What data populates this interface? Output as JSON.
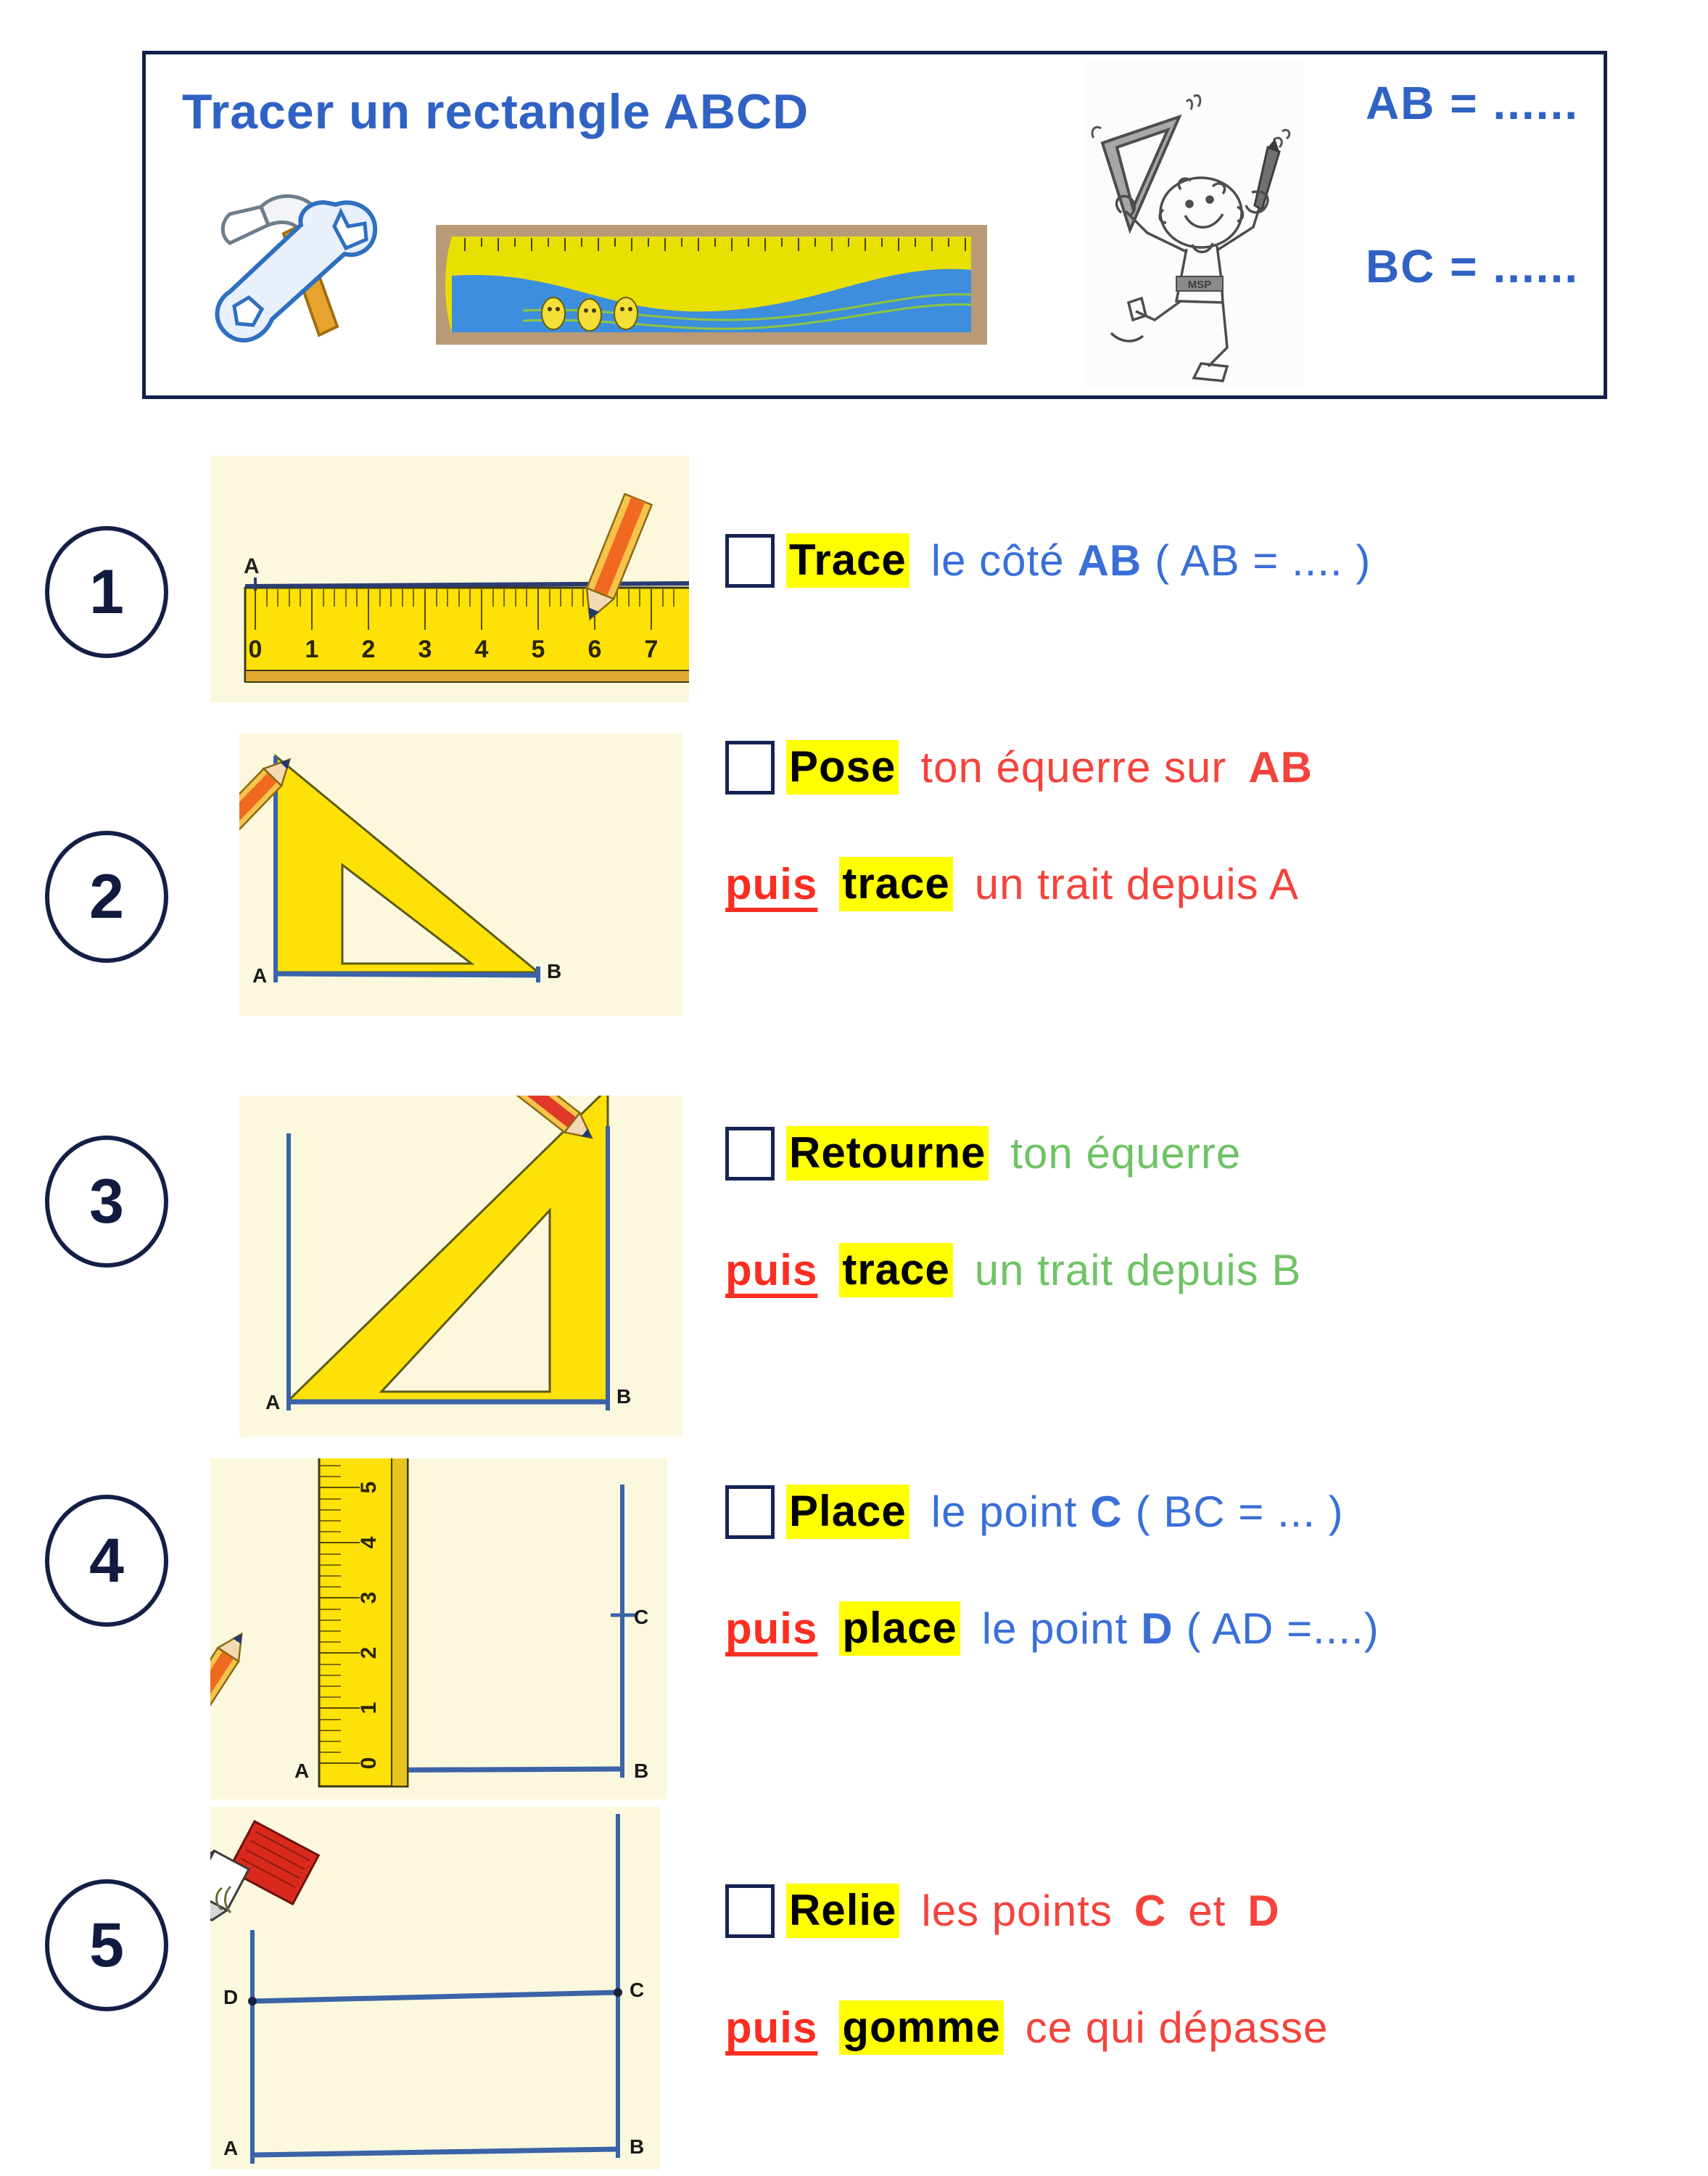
{
  "header": {
    "title": "Tracer un rectangle ABCD",
    "ab_label": "AB = ......",
    "bc_label": "BC = ......",
    "icons": {
      "tools": "hammer-and-wrench-icon",
      "ruler_photo": "ruler-photo",
      "character": "cartoon-boy-with-set-square-icon"
    }
  },
  "steps": [
    {
      "number": "1",
      "image": {
        "name": "ruler-drawing-segment-ab-image",
        "ruler_ticks": [
          "0",
          "1",
          "2",
          "3",
          "4",
          "5",
          "6",
          "7"
        ],
        "point_labels": [
          "A"
        ]
      },
      "lines": [
        {
          "has_checkbox": true,
          "parts": [
            {
              "text": "Trace",
              "style": "highlight"
            },
            {
              "text": "le  côté",
              "style": "blue"
            },
            {
              "text": "AB",
              "style": "blue-bold"
            },
            {
              "text": "( AB = .... )",
              "style": "blue"
            }
          ]
        }
      ]
    },
    {
      "number": "2",
      "image": {
        "name": "set-square-on-ab-image",
        "point_labels": [
          "A",
          "B"
        ]
      },
      "lines": [
        {
          "has_checkbox": true,
          "parts": [
            {
              "text": "Pose",
              "style": "highlight"
            },
            {
              "text": "ton  équerre  sur",
              "style": "red"
            },
            {
              "text": "AB",
              "style": "red-bold"
            }
          ]
        },
        {
          "has_checkbox": false,
          "parts": [
            {
              "text": "puis",
              "style": "puis"
            },
            {
              "text": "trace",
              "style": "highlight"
            },
            {
              "text": "un  trait  depuis  A",
              "style": "red"
            }
          ]
        }
      ]
    },
    {
      "number": "3",
      "image": {
        "name": "flipped-set-square-image",
        "point_labels": [
          "A",
          "B"
        ]
      },
      "lines": [
        {
          "has_checkbox": true,
          "parts": [
            {
              "text": "Retourne",
              "style": "highlight"
            },
            {
              "text": "ton  équerre",
              "style": "green"
            }
          ]
        },
        {
          "has_checkbox": false,
          "parts": [
            {
              "text": "puis",
              "style": "puis"
            },
            {
              "text": "trace",
              "style": "highlight"
            },
            {
              "text": "un  trait  depuis  B",
              "style": "green"
            }
          ]
        }
      ]
    },
    {
      "number": "4",
      "image": {
        "name": "vertical-ruler-placing-point-c-image",
        "ruler_ticks": [
          "0",
          "1",
          "2",
          "3",
          "4",
          "5"
        ],
        "point_labels": [
          "A",
          "B",
          "C"
        ]
      },
      "lines": [
        {
          "has_checkbox": true,
          "parts": [
            {
              "text": "Place",
              "style": "highlight"
            },
            {
              "text": "le   point",
              "style": "blue"
            },
            {
              "text": "C",
              "style": "blue-bold"
            },
            {
              "text": "( BC = ... )",
              "style": "blue"
            }
          ]
        },
        {
          "has_checkbox": false,
          "parts": [
            {
              "text": "puis",
              "style": "puis"
            },
            {
              "text": "place",
              "style": "highlight"
            },
            {
              "text": "le   point",
              "style": "blue"
            },
            {
              "text": "D",
              "style": "blue-bold"
            },
            {
              "text": "( AD =....)",
              "style": "blue"
            }
          ]
        }
      ]
    },
    {
      "number": "5",
      "image": {
        "name": "eraser-finishing-rectangle-image",
        "point_labels": [
          "A",
          "B",
          "C",
          "D"
        ]
      },
      "lines": [
        {
          "has_checkbox": true,
          "parts": [
            {
              "text": "Relie",
              "style": "highlight"
            },
            {
              "text": "les  points",
              "style": "red"
            },
            {
              "text": "C",
              "style": "red-bold"
            },
            {
              "text": "et",
              "style": "red"
            },
            {
              "text": "D",
              "style": "red-bold"
            }
          ]
        },
        {
          "has_checkbox": false,
          "parts": [
            {
              "text": "puis",
              "style": "puis"
            },
            {
              "text": "gomme",
              "style": "highlight"
            },
            {
              "text": "ce  qui  dépasse",
              "style": "red"
            }
          ]
        }
      ]
    }
  ],
  "colors": {
    "blue": "#3a6fd8",
    "red": "#f4433c",
    "green": "#6fc365",
    "highlight": "#ffff00",
    "frame": "#12214a",
    "paper": "#fbf8dd"
  }
}
